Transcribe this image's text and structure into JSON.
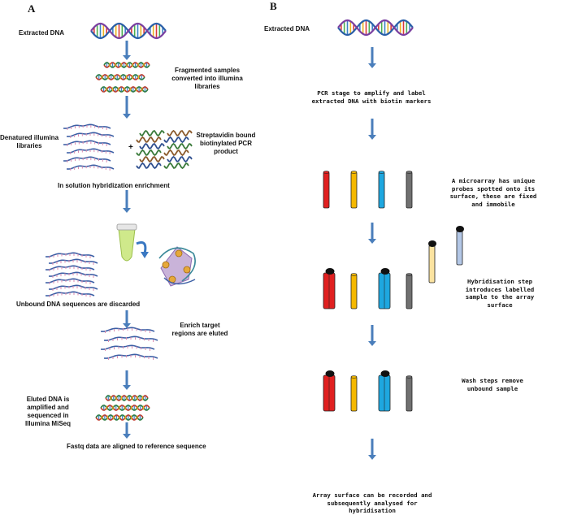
{
  "panels": {
    "a": "A",
    "b": "B"
  },
  "left": {
    "extracted_dna": "Extracted DNA",
    "fragmented": "Fragmented samples converted into illumina libraries",
    "denatured": "Denatured illumina libraries",
    "plus": "+",
    "streptavidin": "Streptavidin bound biotinylated PCR product",
    "hybridization": "In solution hybridization enrichment",
    "unbound": "Unbound DNA sequences are discarded",
    "enrich": "Enrich target regions are eluted",
    "eluted": "Eluted DNA is amplified and sequenced in Illumina MiSeq",
    "fastq": "Fastq data are aligned to reference sequence"
  },
  "right": {
    "extracted_dna": "Extracted DNA",
    "pcr": "PCR stage to amplify and label extracted DNA with biotin markers",
    "microarray": "A microarray has unique probes spotted onto its surface, these are fixed and immobile",
    "hybridisation": "Hybridisation step introduces labelled sample to the array surface",
    "wash": "Wash steps remove unbound sample",
    "array_surface": "Array surface can be recorded and subsequently analysed for hybridisation"
  },
  "colors": {
    "arrow": "#4a7ebb",
    "probe_red": "#e02020",
    "probe_yellow": "#f5b800",
    "probe_blue": "#1ea7e0",
    "probe_grey": "#707070",
    "sample_light_yellow": "#fbe3a0",
    "sample_light_blue": "#b3c7e6"
  },
  "icons": [
    "dna-helix-icon",
    "dna-fragment-icon",
    "single-strand-dna-icon",
    "test-tube-icon",
    "bead-complex-icon",
    "probe-tube-icon",
    "biotin-marker-icon"
  ]
}
